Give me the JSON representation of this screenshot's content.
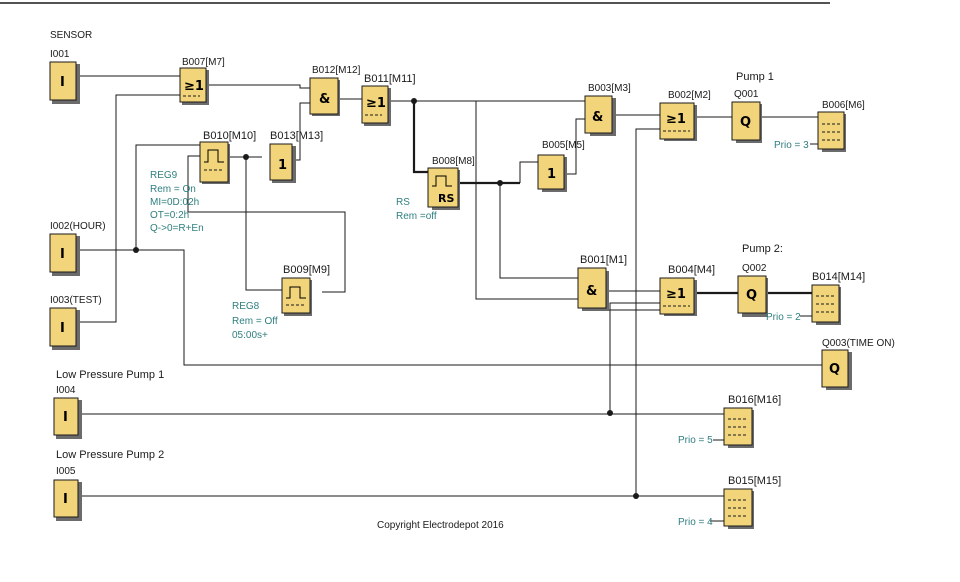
{
  "diagram": {
    "header_label": "SENSOR",
    "inputs": {
      "i001": {
        "name": "I001",
        "symbol": "I"
      },
      "i002": {
        "name": "I002(HOUR)",
        "symbol": "I"
      },
      "i003": {
        "name": "I003(TEST)",
        "symbol": "I"
      },
      "i004": {
        "name": "I004",
        "caption": "Low Pressure Pump 1",
        "symbol": "I"
      },
      "i005": {
        "name": "I005",
        "caption": "Low Pressure Pump 2",
        "symbol": "I"
      }
    },
    "blocks": {
      "b007": {
        "name": "B007[M7]",
        "symbol": "≥1"
      },
      "b012": {
        "name": "B012[M12]",
        "symbol": "&"
      },
      "b011": {
        "name": "B011[M11]",
        "symbol": "≥1"
      },
      "b010": {
        "name": "B010[M10]"
      },
      "b013": {
        "name": "B013[M13]",
        "symbol": "1"
      },
      "b009": {
        "name": "B009[M9]"
      },
      "b008": {
        "name": "B008[M8]",
        "symbol": "RS"
      },
      "b005": {
        "name": "B005[M5]",
        "symbol": "1"
      },
      "b003": {
        "name": "B003[M3]",
        "symbol": "&"
      },
      "b001": {
        "name": "B001[M1]",
        "symbol": "&"
      },
      "b002": {
        "name": "B002[M2]",
        "symbol": "≥1"
      },
      "b004": {
        "name": "B004[M4]",
        "symbol": "≥1"
      },
      "b006": {
        "name": "B006[M6]"
      },
      "b014": {
        "name": "B014[M14]"
      },
      "b016": {
        "name": "B016[M16]"
      },
      "b015": {
        "name": "B015[M15]"
      }
    },
    "outputs": {
      "q001": {
        "name": "Q001",
        "caption": "Pump 1",
        "symbol": "Q"
      },
      "q002": {
        "name": "Q002",
        "caption": "Pump 2:",
        "symbol": "Q"
      },
      "q003": {
        "name": "Q003(TIME ON)",
        "symbol": "Q"
      }
    },
    "params": {
      "b010": [
        "REG9",
        "Rem = On",
        "MI=0D:02h",
        "OT=0:2h",
        "Q->0=R+En"
      ],
      "b009": [
        "REG8",
        "Rem = Off",
        "05:00s+"
      ],
      "b008": [
        "RS",
        "Rem =off"
      ],
      "b006": "Prio = 3",
      "b014": "Prio = 2",
      "b016": "Prio = 5",
      "b015": "Prio = 4"
    },
    "copyright": "Copyright Electrodepot 2016"
  },
  "colors": {
    "block_fill": "#f2d47a",
    "block_border": "#1a1a1a",
    "param_text": "#2f7f7f",
    "wire": "#1a1a1a"
  }
}
